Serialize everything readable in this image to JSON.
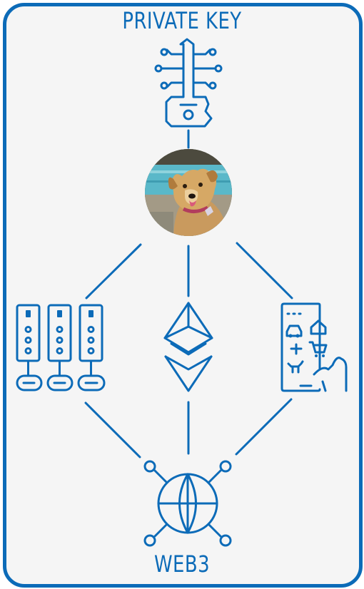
{
  "header": {
    "title": "PRIVATE KEY"
  },
  "footer": {
    "label": "WEB3"
  },
  "colors": {
    "accent": "#0c6bb8",
    "background": "#f5f5f5"
  },
  "nodes": {
    "top": "key-circuit-icon",
    "center": "dog-avatar",
    "left": "server-blockchain-icon",
    "middle": "ethereum-icon",
    "right": "mobile-app-icon",
    "bottom": "globe-network-icon"
  }
}
